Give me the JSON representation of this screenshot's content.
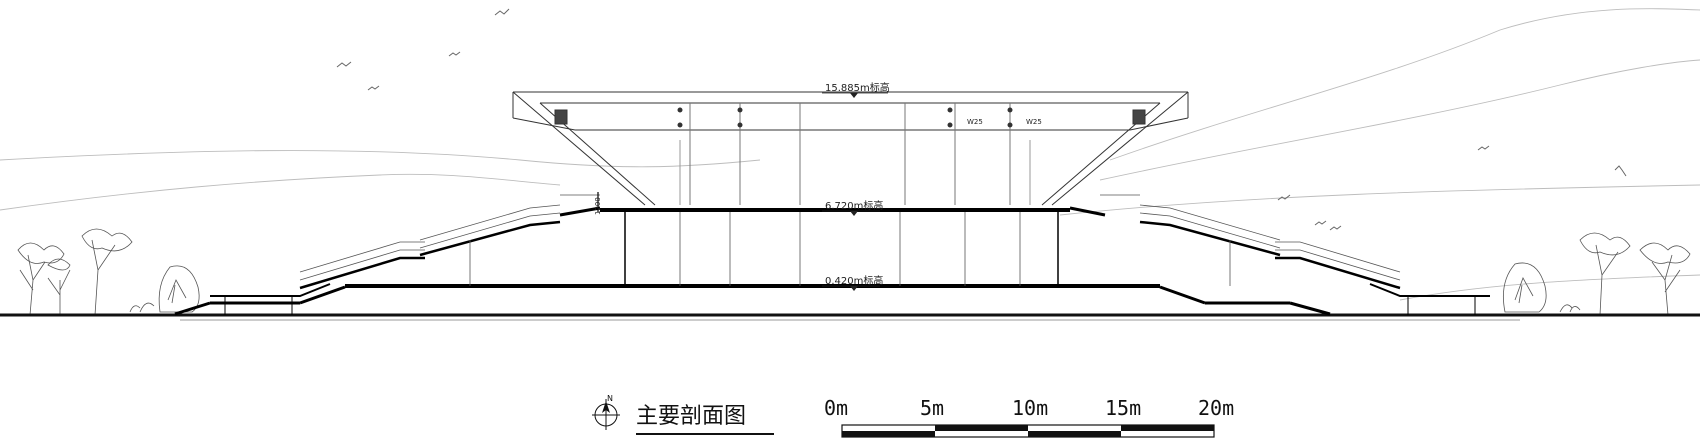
{
  "elevations": {
    "top": "15.885m标高",
    "mid": "6.720m标高",
    "ground": "0.420m标高"
  },
  "beam_tags": [
    "W25",
    "W25"
  ],
  "small_tag": "1200",
  "north_label": "N",
  "title": "主要剖面图",
  "scale_bar": {
    "ticks": [
      "0m",
      "5m",
      "10m",
      "15m",
      "20m"
    ]
  }
}
